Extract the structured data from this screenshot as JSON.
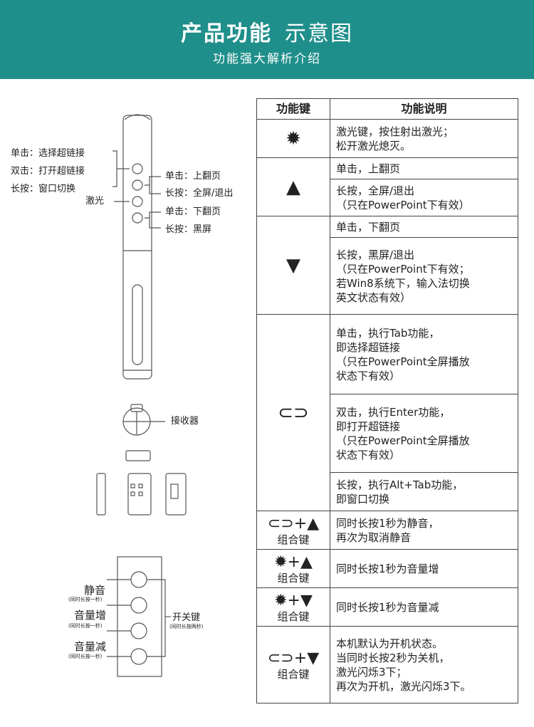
{
  "header": {
    "title_bold": "产品功能",
    "title_light": "示意图",
    "subtitle": "功能强大解析介绍"
  },
  "device": {
    "left_labels": [
      "单击：选择超链接",
      "双击：打开超链接",
      "长按：窗口切换"
    ],
    "laser_label": "激光",
    "up_labels": [
      "单击：上翻页",
      "长按：全屏/退出"
    ],
    "down_labels": [
      "单击：下翻页",
      "长按：黑屏"
    ],
    "receiver_label": "接收器"
  },
  "bottom_diagram": {
    "mute": "静音",
    "mute_note": "(同时长按一秒)",
    "vol_up": "音量增",
    "vol_up_note": "(同时长按一秒)",
    "vol_down": "音量减",
    "vol_down_note": "(同时长按一秒)",
    "power": "开关键",
    "power_note": "(同时长按两秒)"
  },
  "table": {
    "headers": [
      "功能键",
      "功能说明"
    ],
    "rows": [
      {
        "key_icon": "sun-icon",
        "desc": "激光键，按住射出激光；\n松开激光熄灭。"
      },
      {
        "key_icon": "triangle-up-icon",
        "desc": "单击，上翻页"
      },
      {
        "desc": "长按，全屏/退出\n（只在PowerPoint下有效）"
      },
      {
        "key_icon": "triangle-down-icon",
        "desc": "单击，下翻页"
      },
      {
        "desc": "长按，黑屏/退出\n（只在PowerPoint下有效；\n若Win8系统下，输入法切换\n英文状态有效）"
      },
      {
        "key_icon": "link-icon",
        "desc": "单击，执行Tab功能，\n即选择超链接\n（只在PowerPoint全屏播放\n状态下有效）"
      },
      {
        "desc": "双击，执行Enter功能，\n即打开超链接\n（只在PowerPoint全屏播放\n状态下有效）"
      },
      {
        "desc": "长按，执行Alt+Tab功能，\n即窗口切换"
      },
      {
        "key_icon": "link-plus-up-icon",
        "combo_label": "组合键",
        "desc": "同时长按1秒为静音，\n再次为取消静音"
      },
      {
        "key_icon": "sun-plus-up-icon",
        "combo_label": "组合键",
        "desc": "同时长按1秒为音量增"
      },
      {
        "key_icon": "sun-plus-down-icon",
        "combo_label": "组合键",
        "desc": "同时长按1秒为音量减"
      },
      {
        "key_icon": "link-plus-down-icon",
        "combo_label": "组合键",
        "desc": "本机默认为开机状态。\n当同时长按2秒为关机，\n激光闪烁3下；\n再次为开机，激光闪烁3下。"
      }
    ],
    "combo_plus": "+"
  }
}
